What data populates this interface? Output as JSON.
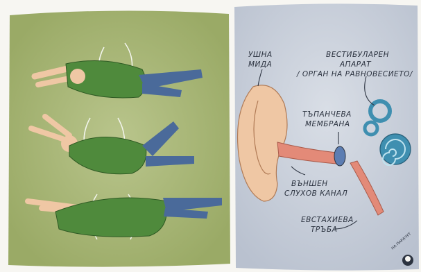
{
  "labels": {
    "outer_ear": [
      "УШНА",
      "МИДА"
    ],
    "vestibular": [
      "ВЕСТИБУЛАРЕН",
      "АПАРАТ",
      "/ ОРГАН НА РАВНОВЕСИЕТО/"
    ],
    "eardrum": [
      "ТЪПАНЧЕВА",
      "МЕМБРАНА"
    ],
    "ear_canal": [
      "ВЪНШЕН",
      "СЛУХОВ КАНАЛ"
    ],
    "eustachian": [
      "ЕВСТАХИЕВА",
      "ТРЪБА"
    ]
  },
  "signature": "НА ПАРАЧУТ",
  "colors": {
    "left_panel": "#a9b77a",
    "right_panel": "#c9d0dc",
    "suit": "#4f8a3c",
    "pants": "#4a6a9a",
    "skin": "#efc7a4",
    "cochlea": "#3f8fb0"
  }
}
